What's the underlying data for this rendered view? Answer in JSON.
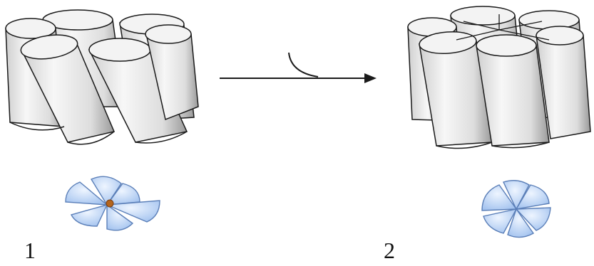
{
  "states": [
    {
      "label": "1",
      "state": "closed",
      "center_mark": true
    },
    {
      "label": "2",
      "state": "open",
      "center_mark": false
    }
  ],
  "colors": {
    "cylinder_light": "#f5f5f5",
    "cylinder_mid": "#d9d9d9",
    "cylinder_dark": "#a9a9a9",
    "outline": "#1a1a1a",
    "blade_light": "#dce9fb",
    "blade_dark": "#9fc0ee",
    "blade_edge": "#5b7fb8",
    "center_mark": "#b5651d"
  },
  "icons": [
    "closed-channel-icon",
    "open-channel-icon",
    "transition-arrow-icon"
  ]
}
